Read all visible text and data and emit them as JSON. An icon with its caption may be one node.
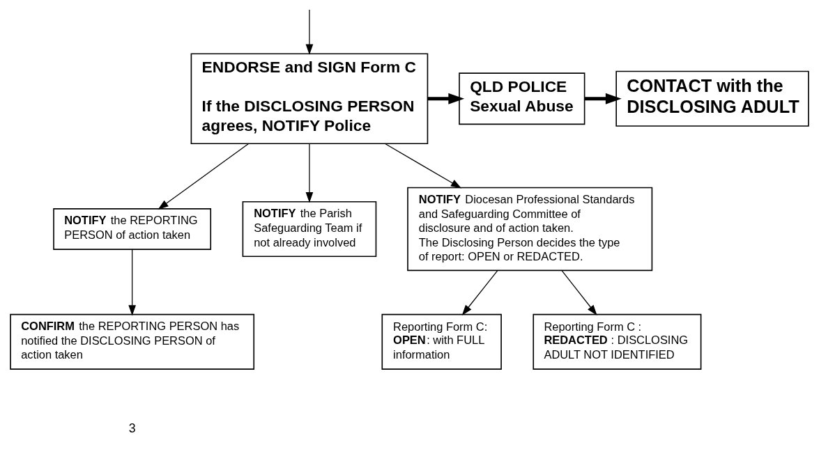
{
  "diagram": {
    "nodes": [
      {
        "text": [
          "**ENDORSE and SIGN Form C**",
          "**If the DISCLOSING PERSON agrees, NOTIFY Police**"
        ]
      },
      {
        "text": [
          "**QLD POLICE Sexual Abuse**"
        ]
      },
      {
        "text": [
          "**CONTACT with the DISCLOSING ADULT**"
        ]
      },
      {
        "text": [
          "**NOTIFY** the REPORTING PERSON of action taken"
        ]
      },
      {
        "text": [
          "**NOTIFY** the Parish Safeguarding Team if not already involved"
        ]
      },
      {
        "text": [
          "**NOTIFY** Diocesan Professional Standards and Safeguarding Committee of disclosure and of action taken.",
          "The Disclosing Person decides the type of report: OPEN or REDACTED."
        ]
      },
      {
        "text": [
          "Reporting Form C: **OPEN**: with FULL information"
        ]
      },
      {
        "text": [
          "Reporting Form C : **REDACTED**: DISCLOSING ADULT NOT IDENTIFIED"
        ]
      },
      {
        "text": [
          "**CONFIRM** the REPORTING PERSON has notified the DISCLOSING PERSON of action taken"
        ]
      }
    ],
    "edges": [
      {
        "from": null,
        "to": 0,
        "arrow": "to"
      },
      {
        "from": 0,
        "to": 1,
        "arrow": "to",
        "style": "thick"
      },
      {
        "from": 1,
        "to": 2,
        "arrow": "to",
        "style": "thick"
      },
      {
        "from": 0,
        "to": 3,
        "arrow": "to"
      },
      {
        "from": 0,
        "to": 4,
        "arrow": "to"
      },
      {
        "from": 0,
        "to": 5,
        "arrow": "to"
      },
      {
        "from": 5,
        "to": 6,
        "arrow": "to"
      },
      {
        "from": 5,
        "to": 7,
        "arrow": "to"
      },
      {
        "from": 3,
        "to": 8,
        "arrow": "to"
      }
    ],
    "labels": [
      "3"
    ]
  }
}
